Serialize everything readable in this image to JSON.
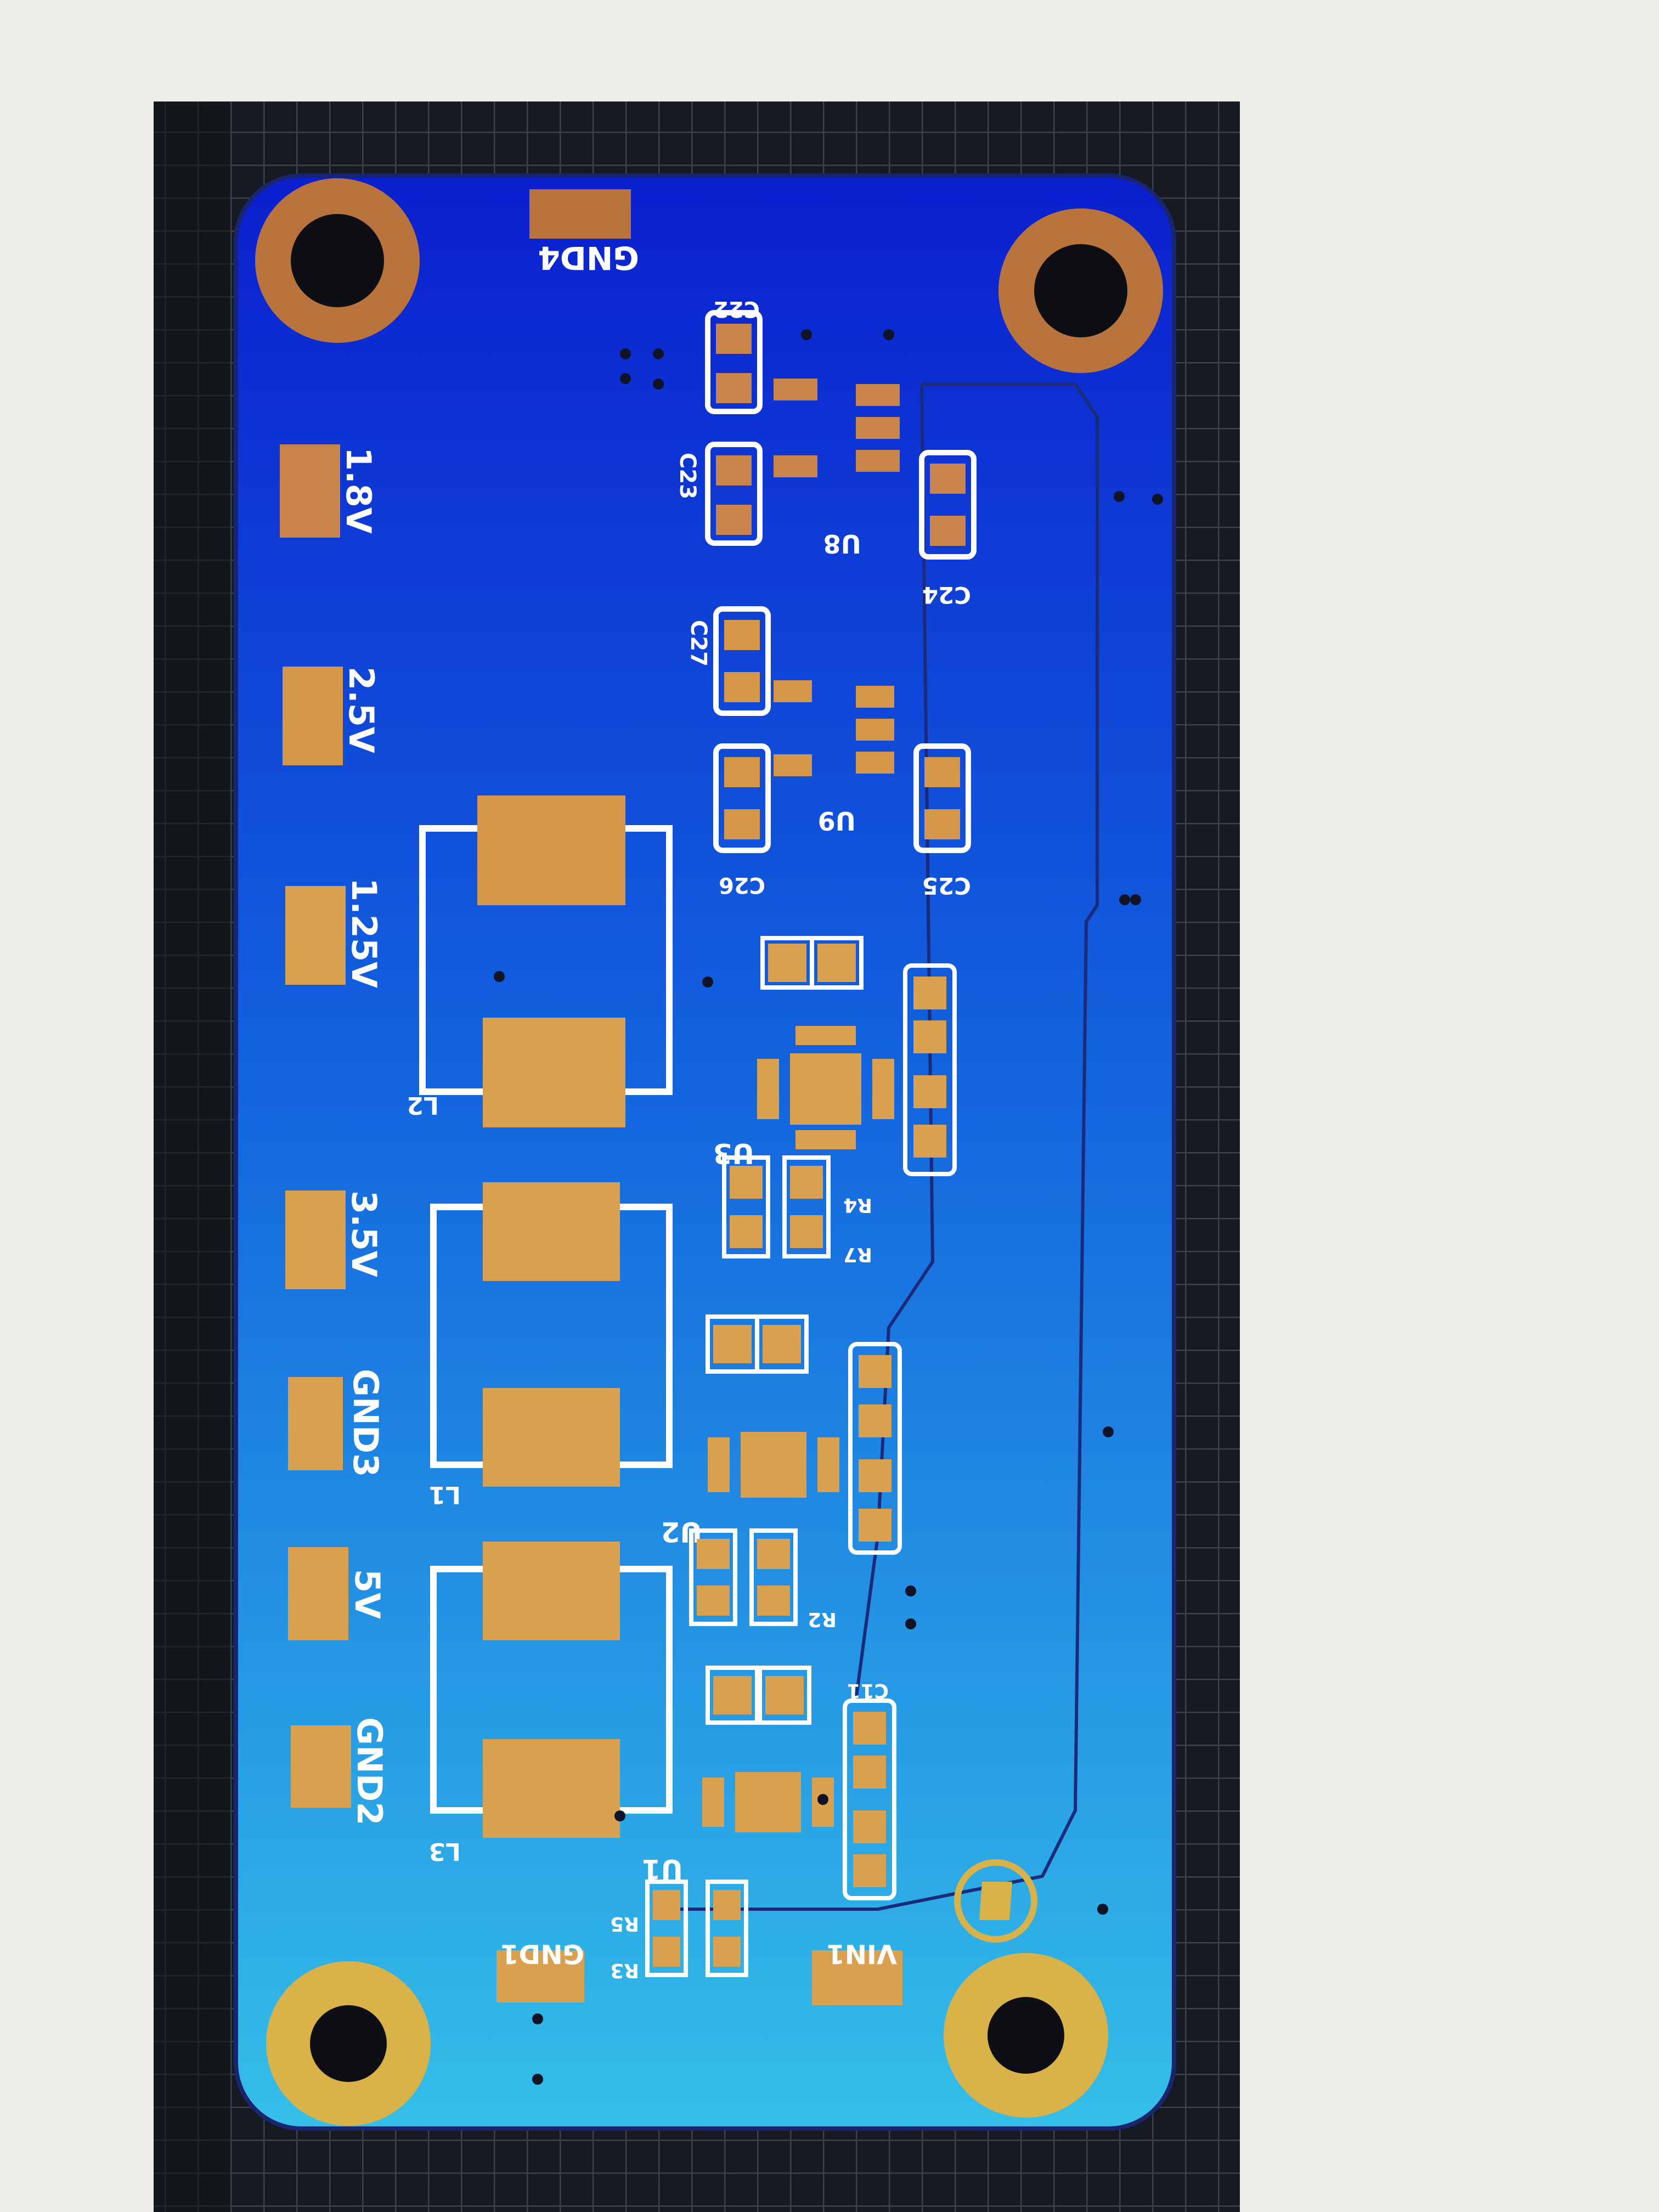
{
  "colors": {
    "monitor_surround": "#ededea",
    "editor_background": "#151a20",
    "grid_lines": "#3c4248",
    "board_top": "#0b1fcf",
    "board_bottom": "#2fb7e6",
    "copper_pad": "#d9a050",
    "copper_pad_top": "#b8743c",
    "silkscreen": "#ffffff",
    "board_outline": "#1a2570"
  },
  "power_labels": {
    "v18": "1.8V",
    "v25": "2.5V",
    "v125": "1.25V",
    "v35": "3.5V",
    "gnd3": "GND3",
    "v5": "5V",
    "gnd2": "GND2",
    "gnd4": "GND4",
    "gnd1": "GND1",
    "vin1": "VIN1"
  },
  "designators": {
    "u8": "U8",
    "u9": "U9",
    "u3": "U3",
    "u2": "U2",
    "u1": "U1",
    "l2": "L2",
    "l1": "L1",
    "l3": "L3",
    "c22": "C22",
    "c23": "C23",
    "c24": "C24",
    "c25": "C25",
    "c26": "C26",
    "c27": "C27",
    "r4": "R4",
    "r7": "R7",
    "r2": "R2",
    "r5": "R5",
    "r3": "R3",
    "c11": "C11"
  },
  "icons": {
    "mounting_hole": "mounting-hole-icon",
    "logo": "board-logo-icon"
  }
}
